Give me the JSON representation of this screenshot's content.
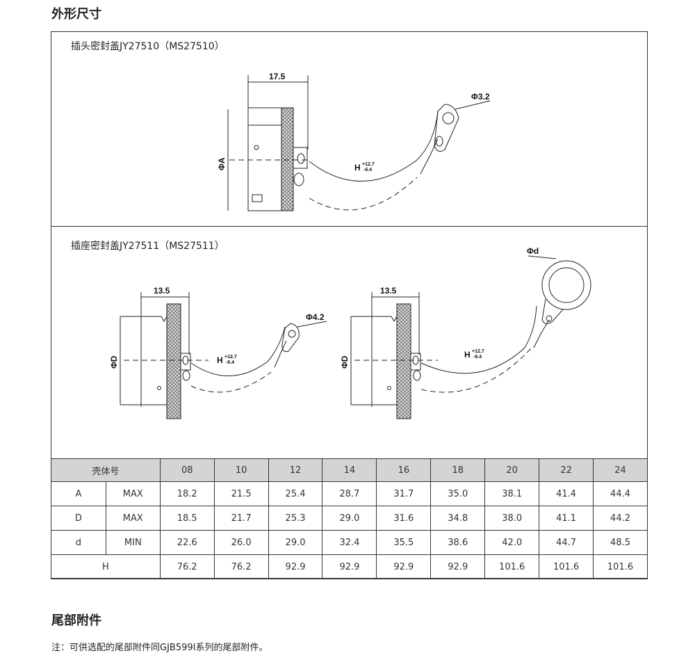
{
  "title": "外形尺寸",
  "section1": {
    "caption": "插头密封盖JY27510（MS27510）",
    "dim_width": "17.5",
    "dim_dia": "ΦA",
    "dim_hole": "Φ3.2",
    "dim_h": "H",
    "tol_plus": "+12.7",
    "tol_minus": "-6.4"
  },
  "section2": {
    "caption": "插座密封盖JY27511（MS27511）",
    "left": {
      "dim_width": "13.5",
      "dim_dia": "ΦD",
      "dim_hole": "Φ4.2",
      "dim_h": "H",
      "tol_plus": "+12.7",
      "tol_minus": "-6.4"
    },
    "right": {
      "dim_width": "13.5",
      "dim_dia": "ΦD",
      "dim_hole": "Φd",
      "dim_h": "H",
      "tol_plus": "+12.7",
      "tol_minus": "-6.4"
    }
  },
  "table": {
    "header_label": "壳体号",
    "sizes": [
      "08",
      "10",
      "12",
      "14",
      "16",
      "18",
      "20",
      "22",
      "24"
    ],
    "rows": [
      {
        "param": "A",
        "limit": "MAX",
        "values": [
          "18.2",
          "21.5",
          "25.4",
          "28.7",
          "31.7",
          "35.0",
          "38.1",
          "41.4",
          "44.4"
        ]
      },
      {
        "param": "D",
        "limit": "MAX",
        "values": [
          "18.5",
          "21.7",
          "25.3",
          "29.0",
          "31.6",
          "34.8",
          "38.0",
          "41.1",
          "44.2"
        ]
      },
      {
        "param": "d",
        "limit": "MIN",
        "values": [
          "22.6",
          "26.0",
          "29.0",
          "32.4",
          "35.5",
          "38.6",
          "42.0",
          "44.7",
          "48.5"
        ]
      },
      {
        "param": "H",
        "limit": "",
        "values": [
          "76.2",
          "76.2",
          "92.9",
          "92.9",
          "92.9",
          "92.9",
          "101.6",
          "101.6",
          "101.6"
        ]
      }
    ]
  },
  "tail": {
    "title": "尾部附件",
    "note": "注：可供选配的尾部附件同GJB599Ⅰ系列的尾部附件。"
  }
}
